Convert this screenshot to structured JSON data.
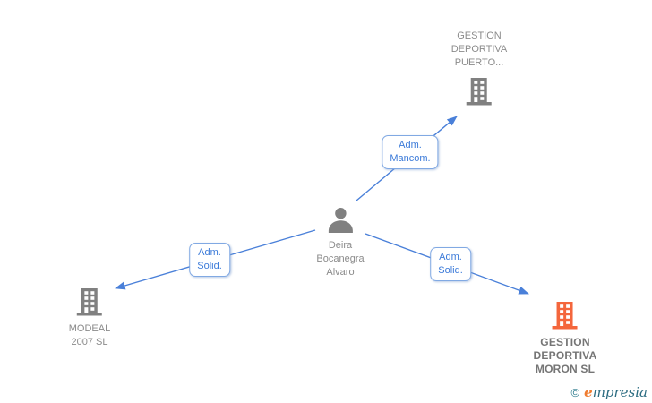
{
  "diagram": {
    "person": {
      "name_line1": "Deira",
      "name_line2": "Bocanegra",
      "name_line3": "Alvaro"
    },
    "company_top": {
      "name_line1": "GESTION",
      "name_line2": "DEPORTIVA",
      "name_line3": "PUERTO...",
      "icon_color": "#808080"
    },
    "company_left": {
      "name_line1": "MODEAL",
      "name_line2": "2007 SL",
      "icon_color": "#808080"
    },
    "company_right": {
      "name_line1": "GESTION",
      "name_line2": "DEPORTIVA",
      "name_line3": "MORON SL",
      "icon_color": "#f4663c"
    },
    "edges": {
      "mancom": {
        "line1": "Adm.",
        "line2": "Mancom."
      },
      "solid_left": {
        "line1": "Adm.",
        "line2": "Solid."
      },
      "solid_right": {
        "line1": "Adm.",
        "line2": "Solid."
      }
    },
    "colors": {
      "edge_blue": "#4a80d9",
      "label_text_blue": "#3c7bd9",
      "label_border_blue": "#81a9e3",
      "node_gray": "#808080",
      "text_gray": "#8b8b8b",
      "highlight_orange": "#f4663c"
    }
  },
  "footer": {
    "copyright_symbol": "©",
    "brand_initial": "e",
    "brand_rest": "mpresia"
  }
}
